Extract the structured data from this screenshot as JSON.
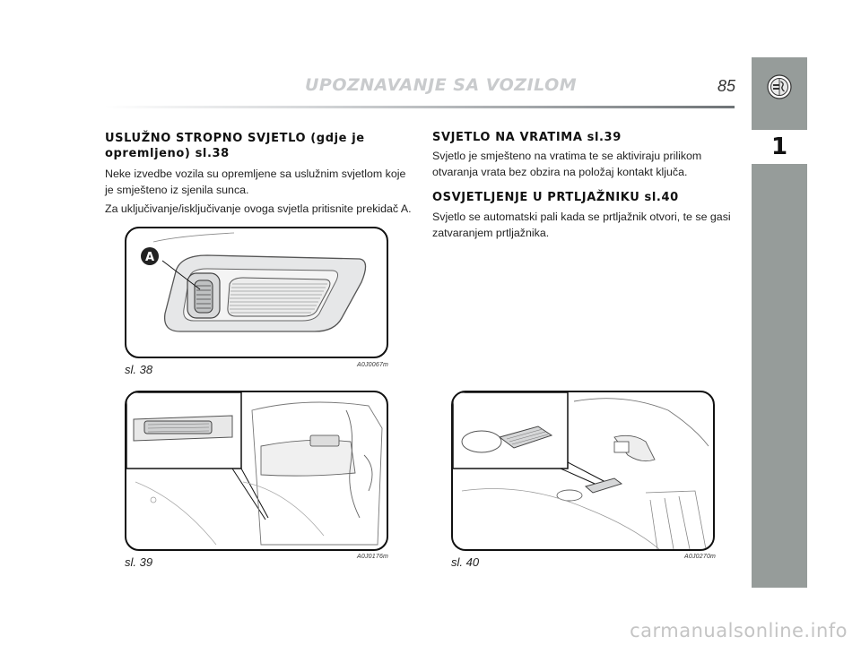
{
  "header": {
    "title": "UPOZNAVANJE SA VOZILOM",
    "page_number": "85"
  },
  "sidebar": {
    "logo_icon": "alfa-romeo-badge-icon",
    "chapter_number": "1"
  },
  "left_column": {
    "section_title": "USLUŽNO STROPNO SVJETLO (gdje je opremljeno) sl.38",
    "paragraphs": [
      "Neke izvedbe vozila su opremljene sa uslužnim svjetlom koje je smješteno iz sjenila sunca.",
      "Za uključivanje/isključivanje ovoga svjetla pritisnite prekidač A."
    ]
  },
  "right_column": {
    "sections": [
      {
        "title": "SVJETLO NA VRATIMA sl.39",
        "paragraph": "Svjetlo je smješteno na vratima te se aktiviraju prilikom otvaranja vrata bez obzira na položaj kontakt ključa."
      },
      {
        "title": "OSVJETLJENJE U PRTLJAŽNIKU sl.40",
        "paragraph": "Svjetlo se automatski pali kada se prtljažnik otvori, te se gasi zatvaranjem prtljažnika."
      }
    ]
  },
  "figures": [
    {
      "caption": "sl. 38",
      "code": "A0J0067m",
      "marker": "A"
    },
    {
      "caption": "sl. 39",
      "code": "A0J0176m"
    },
    {
      "caption": "sl. 40",
      "code": "A0J0270m"
    }
  ],
  "watermark": "carmanualsonline.info",
  "colors": {
    "sidebar": "#969c9a",
    "header_title": "#c9cbcd",
    "frame": "#111111"
  }
}
